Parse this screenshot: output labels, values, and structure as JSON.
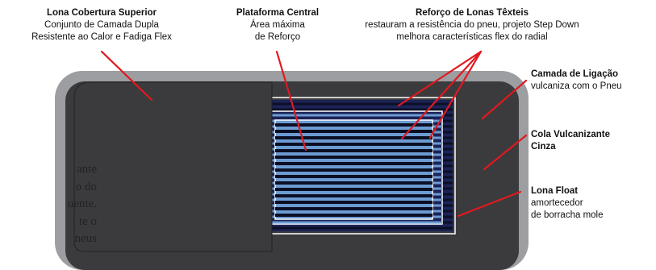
{
  "labels": {
    "top_cover": {
      "title": "Lona Cobertura Superior",
      "line1": "Conjunto de Camada Dupla",
      "line2": "Resistente ao Calor e Fadiga Flex"
    },
    "center_platform": {
      "title": "Plataforma Central",
      "line1": "Área máxima",
      "line2": "de Reforço"
    },
    "textile_reinforcement": {
      "title": "Reforço de Lonas Têxteis",
      "line1": "restauram a resistência do pneu, projeto Step Down",
      "line2": "melhora características flex do radial"
    },
    "bonding_layer": {
      "title": "Camada de Ligação",
      "line1": "vulcaniza com o Pneu"
    },
    "vulcanizing_gum": {
      "title": "Cola Vulcanizante",
      "line1": "Cinza"
    },
    "float_ply": {
      "title": "Lona Float",
      "line1": "amortecedor",
      "line2": "de borracha mole"
    }
  },
  "background_text": {
    "line1": "ante",
    "line2": "o do",
    "line3": "uente.",
    "line4": "te o",
    "line5": "neus"
  },
  "colors": {
    "outer_gray": "#9c9ea1",
    "dark_body": "#3b3b3d",
    "navy_stripe": "#1b2357",
    "light_blue_stripe": "#6c9bd2",
    "pointer_red": "#e0191f"
  }
}
